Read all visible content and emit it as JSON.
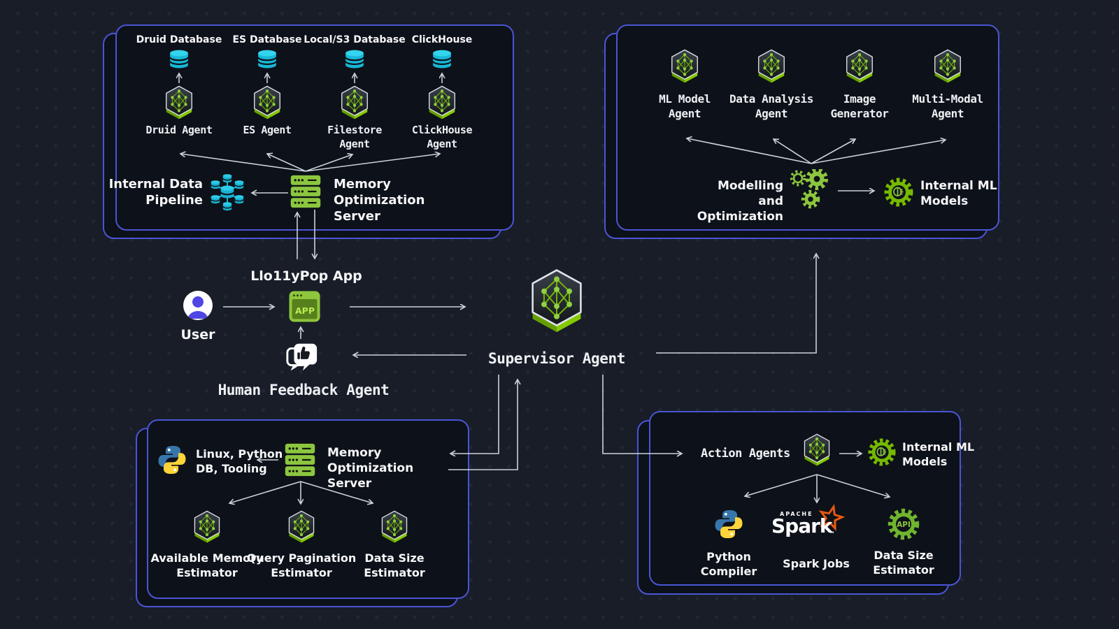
{
  "colors": {
    "background": "#191d27",
    "panel_background": "#0d1119",
    "panel_border": "#4a55d6",
    "arrow": "#ccd2d9",
    "nvidia_green": "#76b900",
    "light_green": "#8cc63f",
    "cyan": "#18b4d2",
    "python_blue": "#3776ab",
    "python_yellow": "#ffd43b",
    "spark_orange": "#e8590f",
    "user_purple": "#4f46e5"
  },
  "top_left_panel": {
    "columns": [
      {
        "db_title": "Druid Database",
        "agent_l1": "Druid Agent",
        "agent_l2": ""
      },
      {
        "db_title": "ES Database",
        "agent_l1": "ES Agent",
        "agent_l2": ""
      },
      {
        "db_title": "Local/S3 Database",
        "agent_l1": "Filestore",
        "agent_l2": "Agent"
      },
      {
        "db_title": "ClickHouse",
        "agent_l1": "ClickHouse",
        "agent_l2": "Agent"
      }
    ],
    "pipeline_l1": "Internal Data",
    "pipeline_l2": "Pipeline",
    "server_l1": "Memory",
    "server_l2": "Optimization Server"
  },
  "top_right_panel": {
    "agents": [
      {
        "l1": "ML Model",
        "l2": "Agent"
      },
      {
        "l1": "Data Analysis",
        "l2": "Agent"
      },
      {
        "l1": "Image",
        "l2": "Generator"
      },
      {
        "l1": "Multi-Modal",
        "l2": "Agent"
      }
    ],
    "modelling_l1": "Modelling and",
    "modelling_l2": "Optimization",
    "ml_models_l1": "Internal ML",
    "ml_models_l2": "Models"
  },
  "center": {
    "app_title": "Llo11yPop App",
    "app_badge": "APP",
    "user_label": "User",
    "feedback_label": "Human Feedback Agent",
    "supervisor_label": "Supervisor Agent"
  },
  "bottom_left_panel": {
    "tooling_l1": "Linux, Python",
    "tooling_l2": "DB, Tooling",
    "server_l1": "Memory",
    "server_l2": "Optimization Server",
    "estimators": [
      {
        "l1": "Available Memory",
        "l2": "Estimator"
      },
      {
        "l1": "Query Pagination",
        "l2": "Estimator"
      },
      {
        "l1": "Data Size",
        "l2": "Estimator"
      }
    ]
  },
  "bottom_right_panel": {
    "action_label": "Action Agents",
    "ml_models_l1": "Internal ML",
    "ml_models_l2": "Models",
    "spark_apache": "APACHE",
    "spark_word": "Spark",
    "spark_tm": "™",
    "api_label": "API",
    "tools": [
      {
        "l1": "Python",
        "l2": "Compiler"
      },
      {
        "l1": "Spark Jobs",
        "l2": ""
      },
      {
        "l1": "Data Size",
        "l2": "Estimator"
      }
    ]
  }
}
